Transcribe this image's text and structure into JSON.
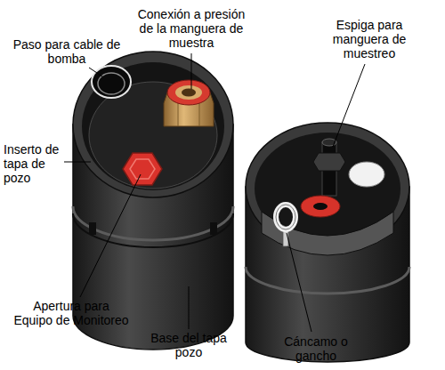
{
  "diagram": {
    "labels": [
      "Paso para cable de bomba",
      "Conexión a presión de la manguera de muestra",
      "Espiga para manguera de muestreo",
      "Inserto de tapa de pozo",
      "Apertura para Equipo de Monitoreo",
      "Base del tapa pozo",
      "Cáncamo o gancho"
    ]
  }
}
